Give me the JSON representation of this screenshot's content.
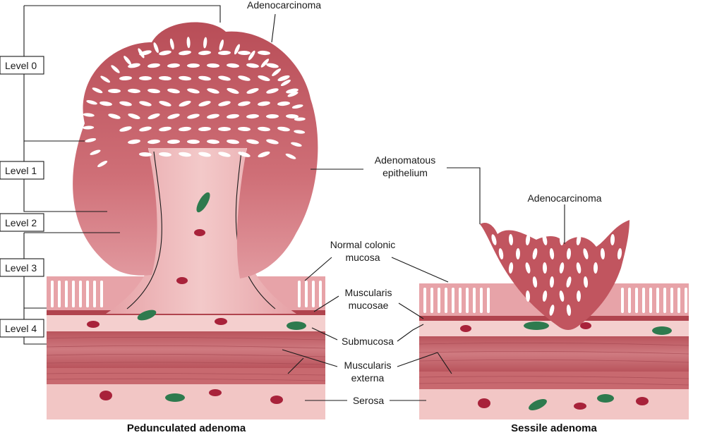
{
  "labels": {
    "adenocarcinoma_top": "Adenocarcinoma",
    "adenomatous_epithelium_line1": "Adenomatous",
    "adenomatous_epithelium_line2": "epithelium",
    "adenocarcinoma_right": "Adenocarcinoma",
    "normal_colonic_mucosa_line1": "Normal colonic",
    "normal_colonic_mucosa_line2": "mucosa",
    "muscularis_mucosae_line1": "Muscularis",
    "muscularis_mucosae_line2": "mucosae",
    "submucosa": "Submucosa",
    "muscularis_externa_line1": "Muscularis",
    "muscularis_externa_line2": "externa",
    "serosa": "Serosa"
  },
  "levels": [
    "Level 0",
    "Level 1",
    "Level 2",
    "Level 3",
    "Level 4"
  ],
  "captions": {
    "pedunculated": "Pedunculated adenoma",
    "sessile": "Sessile adenoma"
  },
  "colors": {
    "mucosa": "#e8a4a8",
    "epithelium": "#c4646c",
    "muscularis_mucosae": "#b0444e",
    "submucosa": "#f6d3d2",
    "muscularis_externa": "#c1636a",
    "serosa": "#f2c6c5",
    "vessel_red": "#a8223a",
    "vessel_green": "#2e7a4e"
  }
}
